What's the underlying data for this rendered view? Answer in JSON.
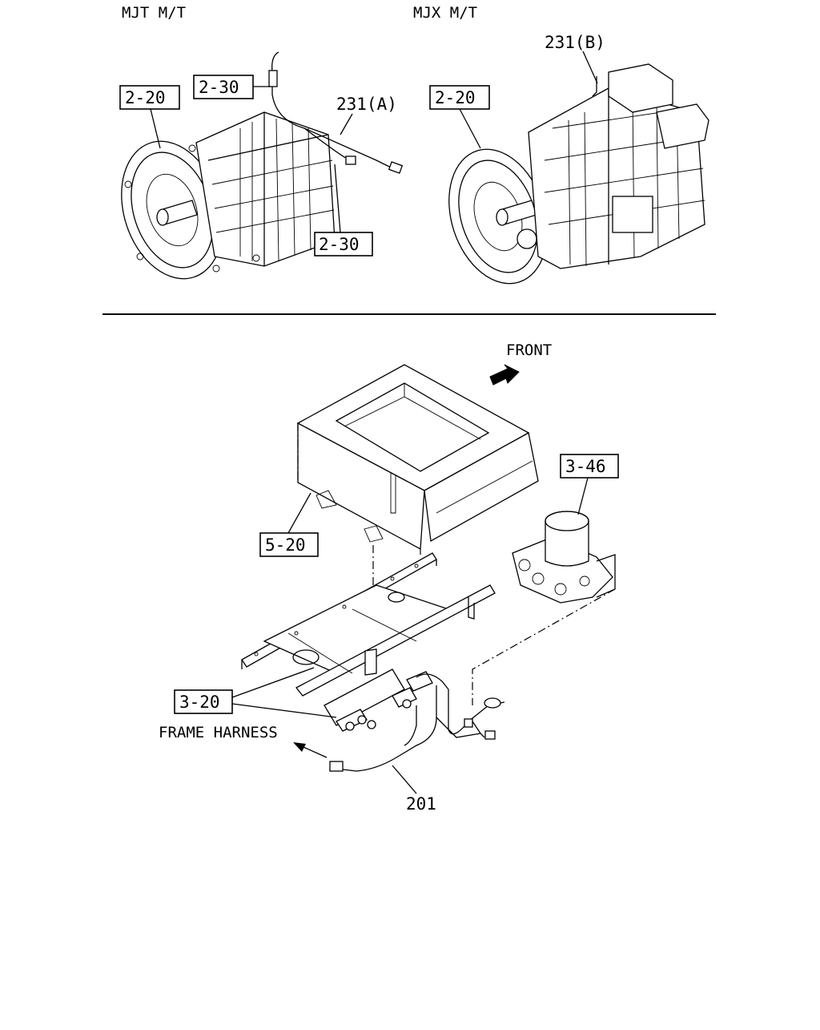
{
  "titles": {
    "left": "MJT M/T",
    "right": "MJX M/T"
  },
  "direction": {
    "front": "FRONT"
  },
  "callouts": {
    "left_ref_220": "2-20",
    "left_ref_230_top": "2-30",
    "left_ref_230_bottom": "2-30",
    "left_part_231a": "231(A)",
    "right_ref_220": "2-20",
    "right_part_231b": "231(B)",
    "ref_346": "3-46",
    "ref_520": "5-20",
    "ref_320": "3-20",
    "frame_harness": "FRAME HARNESS",
    "part_201": "201"
  }
}
